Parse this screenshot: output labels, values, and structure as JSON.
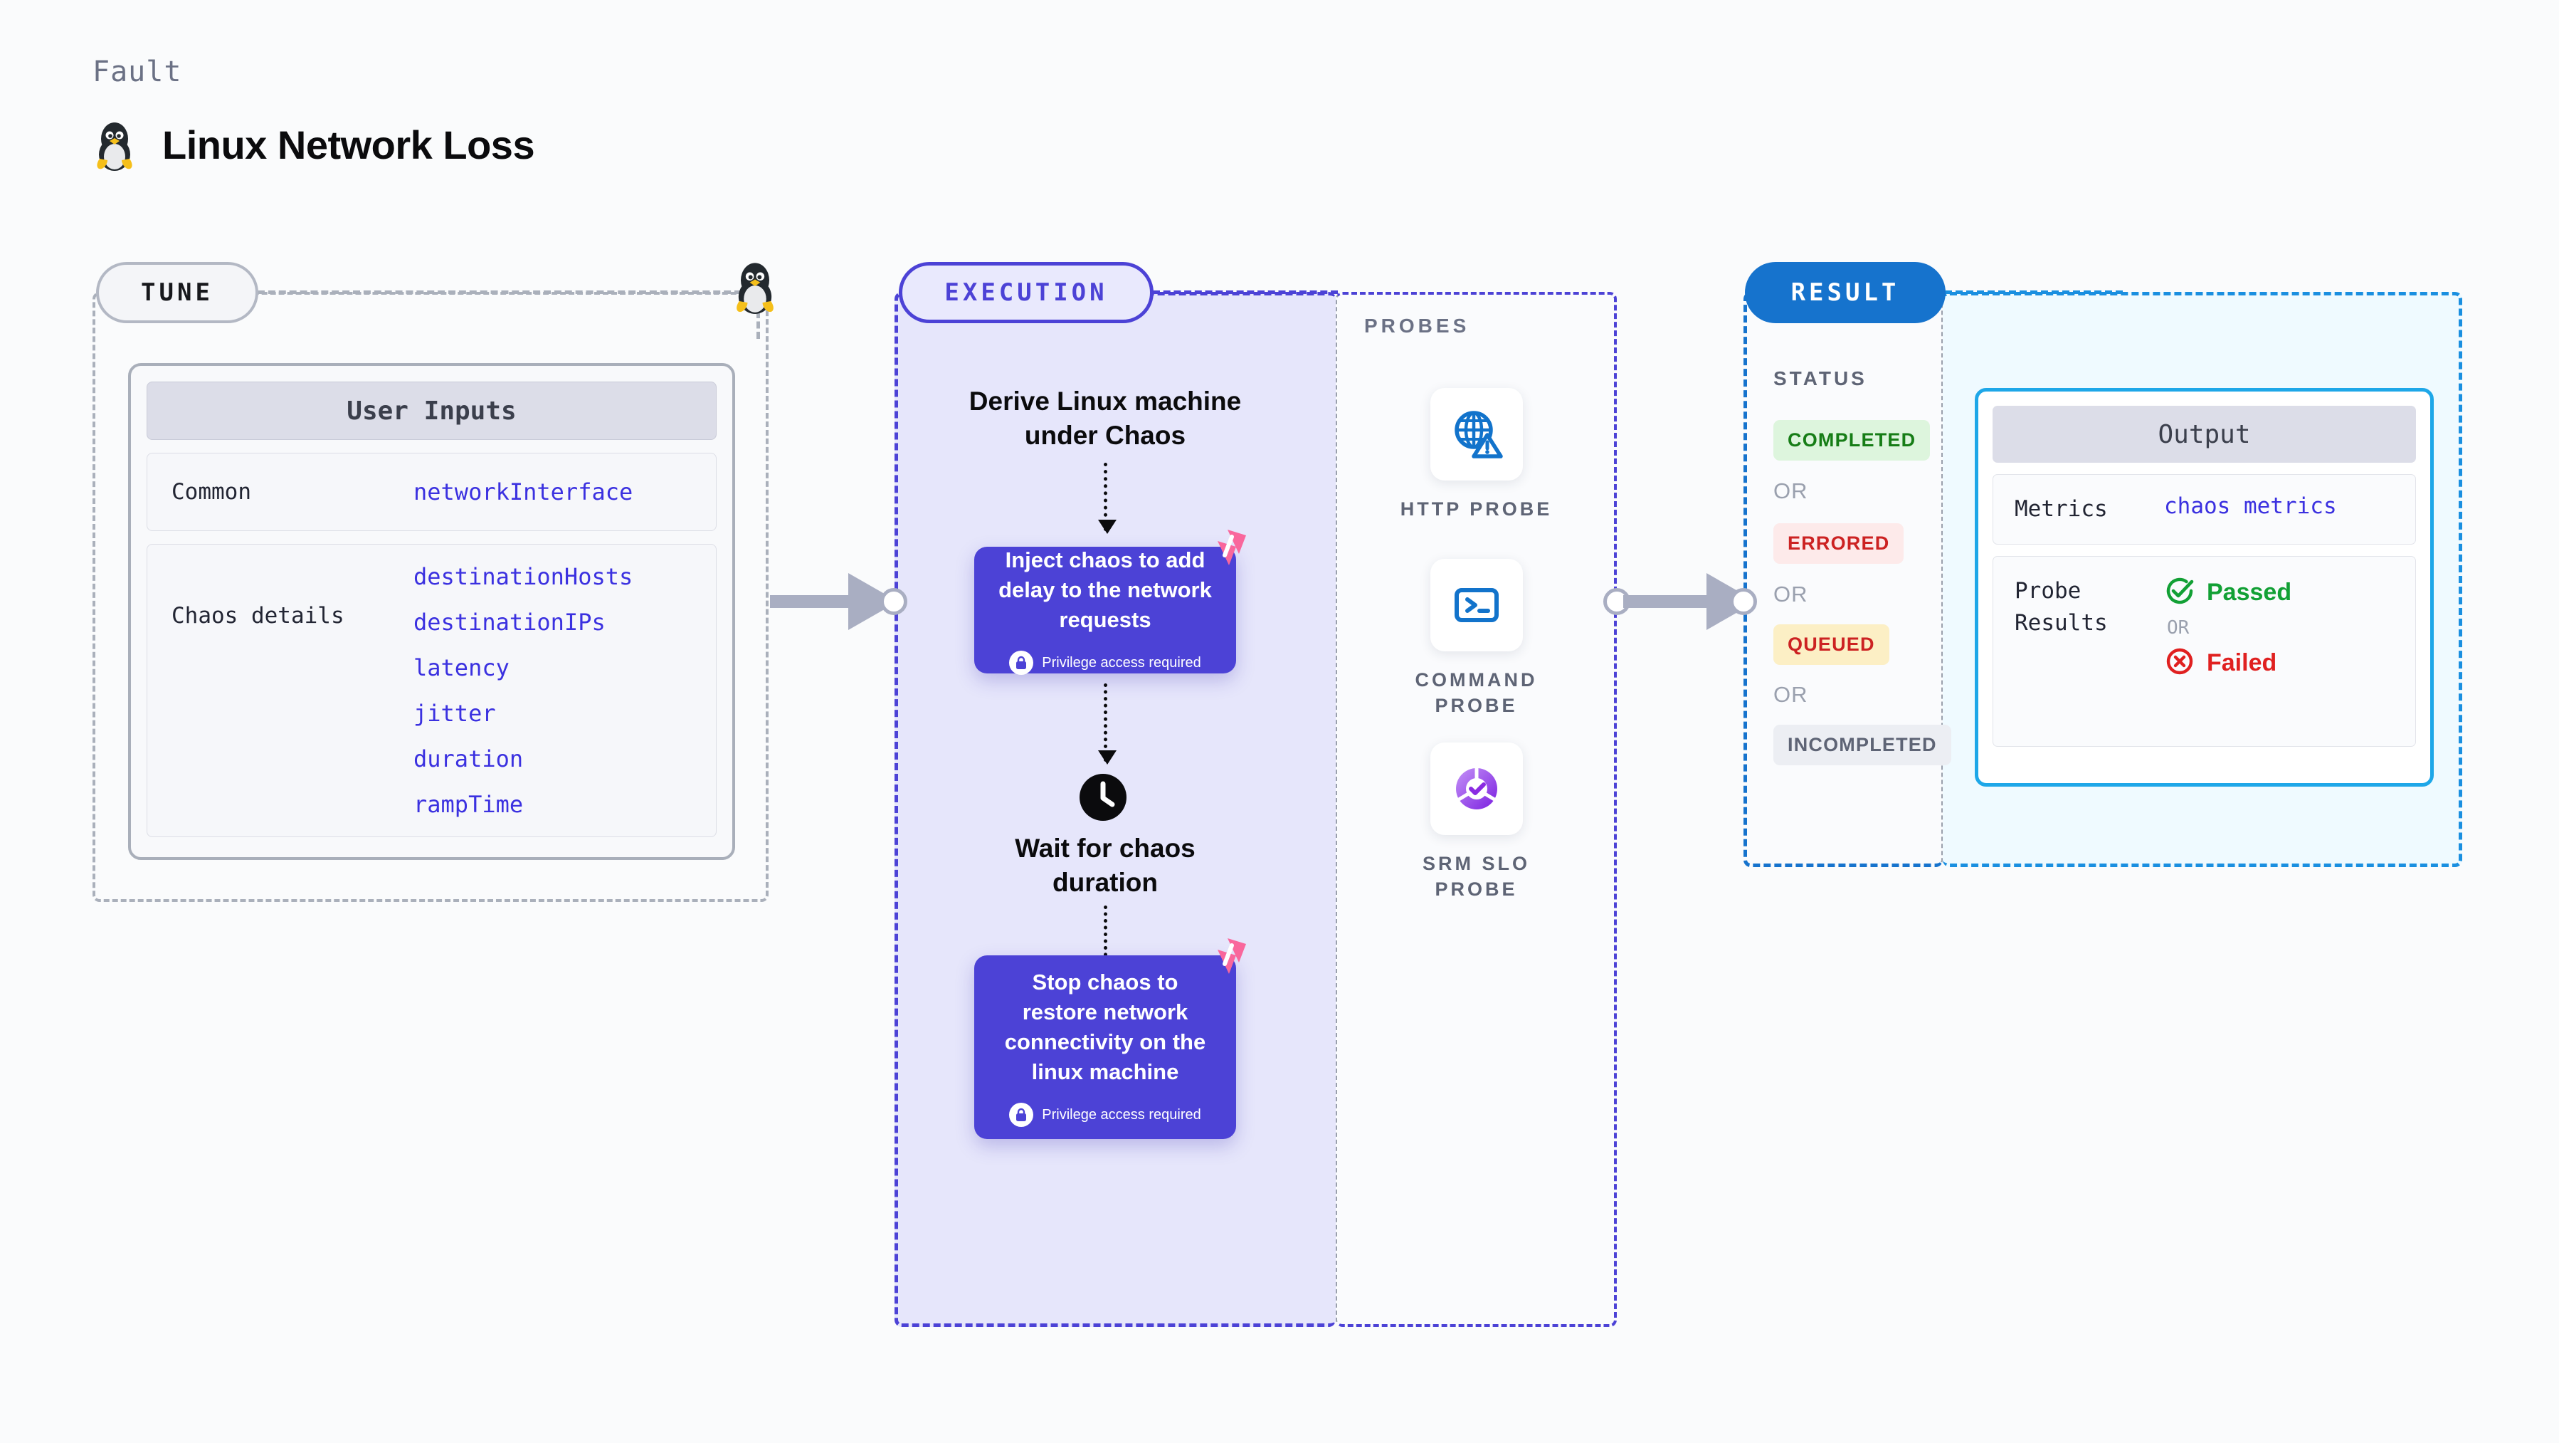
{
  "header": {
    "kicker": "Fault",
    "title": "Linux Network Loss",
    "icon": "linux-penguin-icon"
  },
  "tune": {
    "pill_label": "TUNE",
    "card_title": "User Inputs",
    "rows": [
      {
        "label": "Common",
        "values": [
          "networkInterface"
        ]
      },
      {
        "label": "Chaos details",
        "values": [
          "destinationHosts",
          "destinationIPs",
          "latency",
          "jitter",
          "duration",
          "rampTime"
        ]
      }
    ]
  },
  "execution": {
    "pill_label": "EXECUTION",
    "step_title": "Derive Linux machine\nunder Chaos",
    "inject_card": {
      "text": "Inject chaos to add delay to the network requests",
      "privilege_note": "Privilege access required"
    },
    "wait_step": {
      "icon": "clock-icon",
      "text": "Wait for chaos\nduration"
    },
    "stop_card": {
      "text": "Stop chaos to restore network connectivity on the linux machine",
      "privilege_note": "Privilege access required"
    }
  },
  "probes": {
    "section_label": "PROBES",
    "items": [
      {
        "name": "HTTP PROBE",
        "icon": "globe-warning-icon"
      },
      {
        "name": "COMMAND\nPROBE",
        "icon": "terminal-icon"
      },
      {
        "name": "SRM SLO\nPROBE",
        "icon": "slo-donut-check-icon"
      }
    ]
  },
  "result": {
    "pill_label": "RESULT",
    "status_label": "STATUS",
    "or_label": "OR",
    "statuses": [
      {
        "label": "COMPLETED",
        "bg": "#ddf5dd",
        "fg": "#167d16"
      },
      {
        "label": "ERRORED",
        "bg": "#fdeaea",
        "fg": "#cc2222"
      },
      {
        "label": "QUEUED",
        "bg": "#fcefc5",
        "fg": "#cc2222"
      },
      {
        "label": "INCOMPLETED",
        "bg": "#eceef3",
        "fg": "#5e6475"
      }
    ]
  },
  "output": {
    "card_title": "Output",
    "metrics": {
      "label": "Metrics",
      "value": "chaos metrics"
    },
    "probe_results": {
      "label": "Probe\nResults",
      "or_label": "OR",
      "passed": {
        "label": "Passed",
        "color": "#12a035",
        "icon": "check-circle-icon"
      },
      "failed": {
        "label": "Failed",
        "color": "#e02020",
        "icon": "x-circle-icon"
      }
    }
  },
  "colors": {
    "purple": "#4c42d6",
    "blue": "#1673cd",
    "light_blue_bg": "#effaff",
    "pink": "#f66a9a",
    "gray_dash": "#aab0bb"
  }
}
